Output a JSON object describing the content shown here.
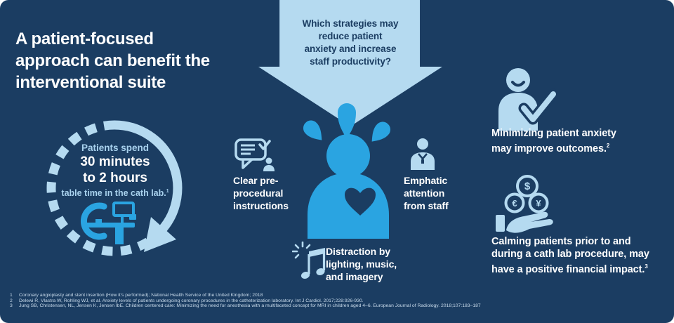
{
  "title": "A patient-focused\napproach can benefit the\ninterventional suite",
  "question": "Which strategies may\nreduce patient\nanxiety and increase\nstaff productivity?",
  "stat": {
    "intro": "Patients spend",
    "value1": "30 minutes",
    "value2": "to 2 hours",
    "caption": "table time in the cath lab.",
    "ref": "1"
  },
  "strategies": {
    "pre_procedural": "Clear pre-\nprocedural\ninstructions",
    "staff_attention": "Emphatic\nattention\nfrom staff",
    "distraction": "Distraction by\nlighting, music,\nand imagery"
  },
  "outcomes": {
    "anxiety_line1": "Minimizing patient anxiety",
    "anxiety_line2": "may improve outcomes.",
    "anxiety_ref": "2",
    "financial_normal": "Calming patients prior to and\nduring a cath lab procedure, ",
    "financial_bold": "may have a positive financial impact.",
    "financial_ref": "3"
  },
  "coins": {
    "dollar": "$",
    "euro": "€",
    "yen": "¥"
  },
  "references": [
    {
      "num": "1",
      "text": "Coronary angioplasty and stent insertion (How it's performed); National Health Service of the United Kingdom; 2018"
    },
    {
      "num": "2",
      "text": "Delewi R, Vlastra W, Rohling WJ, et al. Anxiety levels of patients undergoing coronary procedures in the catheterization laboratory. Int J Cardiol. 2017;228:926-930."
    },
    {
      "num": "3",
      "text": "Jung SB, Christensen, NL, Jensen K, Jensen IbE. Children centered care: Minimizing the need for anesthesia with a multifaceted concept for MRI in children aged 4–6. European Journal of Radiology. 2018;107:183–187"
    }
  ],
  "colors": {
    "background": "#1B3D62",
    "pale_blue": "#B5DAF0",
    "bright_blue": "#2AA4E1",
    "white": "#FFFFFF"
  }
}
